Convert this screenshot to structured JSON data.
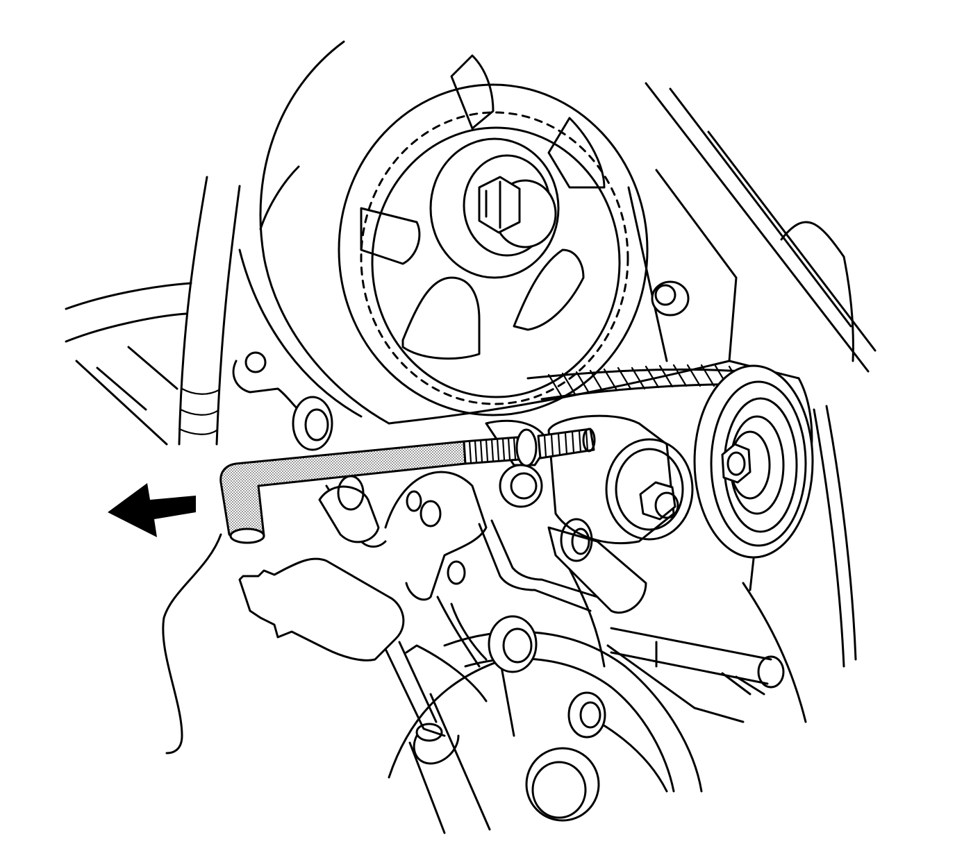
{
  "figure": {
    "kind": "line-drawing",
    "background": "#ffffff",
    "line_color": "#000000",
    "tool_shading_color": "#9a9a9a",
    "arrow": {
      "direction": "left",
      "color": "#000000"
    },
    "components": [
      "camshaft-sprocket",
      "camshaft-sprocket-bolt",
      "timing-belt",
      "tensioner-pulley",
      "tensioner-pulley-nut",
      "belt-tensioner",
      "hex-key-tool",
      "tensioner-adjust-bolt",
      "engine-mount-bracket",
      "wiring-harness"
    ]
  }
}
